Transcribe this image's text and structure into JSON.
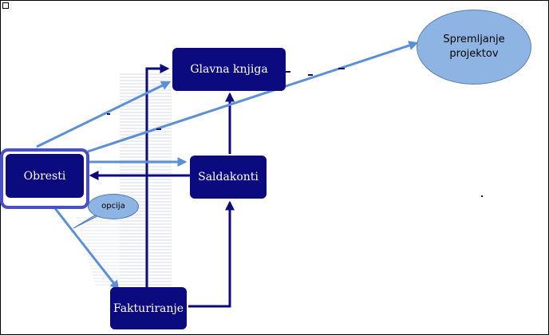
{
  "colors": {
    "box_fill": "#0c0a7f",
    "dark_link": "#0c0a7f",
    "light_link": "#5b8fd6",
    "ellipse_fill": "#8db4e2",
    "highlight_border": "#4a4fc4"
  },
  "nodes": {
    "glavna_knjiga": "Glavna knjiga",
    "obresti": "Obresti",
    "saldakonti": "Saldakonti",
    "fakturiranje": "Fakturiranje"
  },
  "callouts": {
    "spremljanje_line1": "Spremljanje",
    "spremljanje_line2": "projektov",
    "opcija": "opcija"
  }
}
